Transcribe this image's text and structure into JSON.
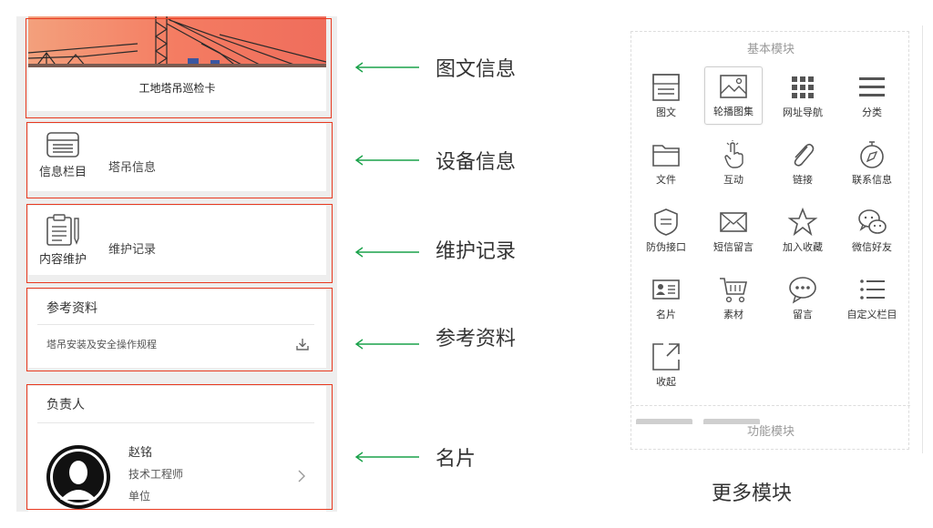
{
  "phone": {
    "banner": {
      "title": "工地塔吊巡检卡"
    },
    "info_column": {
      "icon_label": "信息栏目",
      "text": "塔吊信息"
    },
    "content_maint": {
      "icon_label": "内容维护",
      "text": "维护记录"
    },
    "references": {
      "title": "参考资料",
      "item": "塔吊安装及安全操作规程",
      "icon": "download-icon"
    },
    "contact": {
      "title": "负责人",
      "name": "赵铭",
      "role": "技术工程师",
      "unit": "单位"
    }
  },
  "annotations": [
    "图文信息",
    "设备信息",
    "维护记录",
    "参考资料",
    "名片"
  ],
  "panel": {
    "basic_title": "基本模块",
    "func_title": "功能模块",
    "modules": [
      {
        "label": "图文",
        "icon": "image-text-icon"
      },
      {
        "label": "轮播图集",
        "icon": "carousel-gallery-icon",
        "selected": true
      },
      {
        "label": "网址导航",
        "icon": "grid-nav-icon"
      },
      {
        "label": "分类",
        "icon": "menu-lines-icon"
      },
      {
        "label": "文件",
        "icon": "folder-icon"
      },
      {
        "label": "互动",
        "icon": "tap-hand-icon"
      },
      {
        "label": "链接",
        "icon": "paperclip-icon"
      },
      {
        "label": "联系信息",
        "icon": "compass-icon"
      },
      {
        "label": "防伪接口",
        "icon": "shield-badge-icon"
      },
      {
        "label": "短信留言",
        "icon": "envelope-icon"
      },
      {
        "label": "加入收藏",
        "icon": "star-icon"
      },
      {
        "label": "微信好友",
        "icon": "wechat-bubble-icon"
      },
      {
        "label": "名片",
        "icon": "business-card-icon"
      },
      {
        "label": "素材",
        "icon": "cart-icon"
      },
      {
        "label": "留言",
        "icon": "chat-dots-icon"
      },
      {
        "label": "自定义栏目",
        "icon": "list-icon"
      },
      {
        "label": "收起",
        "icon": "collapse-arrow-icon"
      }
    ]
  },
  "more_modules_title": "更多模块",
  "colors": {
    "annotation_box": "#e8391f",
    "arrow": "#1aa24a",
    "background": "#eeeeee"
  }
}
